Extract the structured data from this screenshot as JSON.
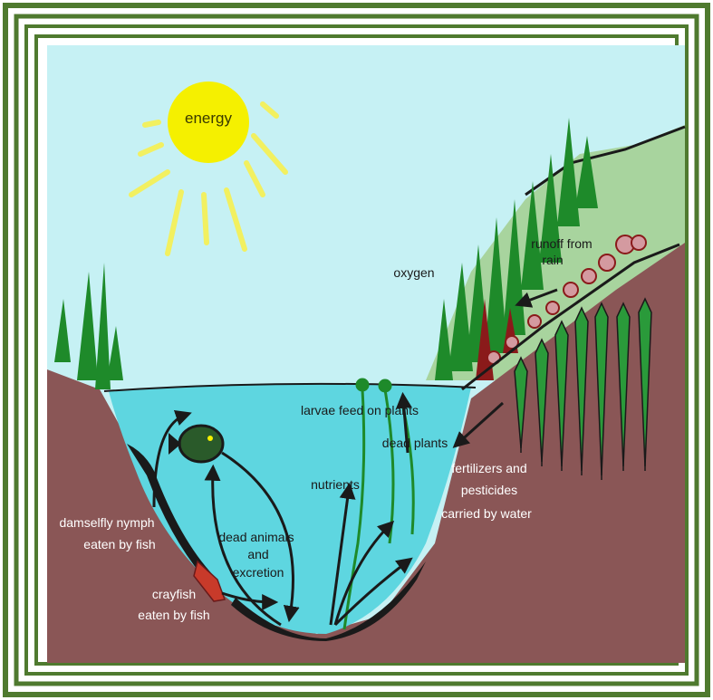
{
  "labels": {
    "energy": "energy",
    "oxygen": "oxygen",
    "runoff_line1": "runoff from",
    "runoff_line2": "rain",
    "larvae": "larvae feed on plants",
    "dead_plants": "dead plants",
    "nutrients": "nutrients",
    "fertilizers_line1": "fertilizers and",
    "fertilizers_line2": "pesticides",
    "fertilizers_line3": "carried by water",
    "damselfly_line1": "damselfly nymph",
    "damselfly_line2": "eaten by fish",
    "dead_animals_line1": "dead animals",
    "dead_animals_line2": "and",
    "dead_animals_line3": "excretion",
    "crayfish_line1": "crayfish",
    "crayfish_line2": "eaten by fish"
  },
  "colors": {
    "frame": "#4f7a2f",
    "sky": "#c6f1f4",
    "water": "#5ed6e0",
    "soil": "#8a5656",
    "hill": "#a8d49e",
    "tree": "#1e8a2a",
    "sun": "#f5f000",
    "sun_ray": "#f2f060",
    "sediment": "#1a1a1a",
    "rock": "#d49aa0",
    "crop": "#2a9a3a"
  }
}
